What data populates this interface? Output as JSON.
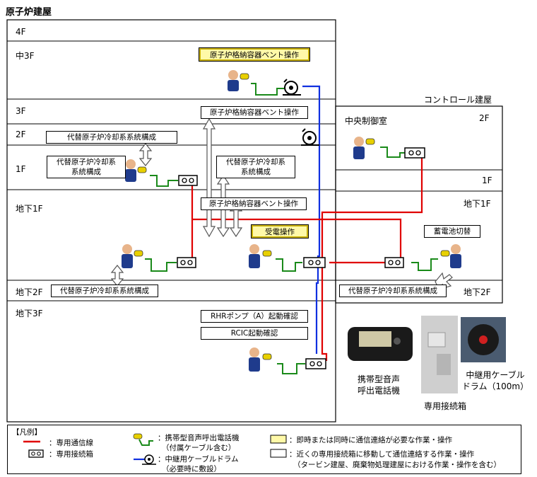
{
  "titles": {
    "reactor_building": "原子炉建屋",
    "control_building": "コントロール建屋"
  },
  "reactor_floors": [
    "4F",
    "中3F",
    "3F",
    "2F",
    "1F",
    "地下1F",
    "地下2F",
    "地下3F"
  ],
  "control_floors": {
    "f2": "2F",
    "room": "中央制御室",
    "f1": "1F",
    "b1": "地下1F",
    "b2": "地下2F"
  },
  "boxes": {
    "vent_m3f": "原子炉格納容器ベント操作",
    "vent_3f": "原子炉格納容器ベント操作",
    "alt_cool_2f": "代替原子炉冷却系系統構成",
    "alt_cool_1f_left": "代替原子炉冷却系\n系統構成",
    "alt_cool_1f_right": "代替原子炉冷却系\n系統構成",
    "vent_b1f": "原子炉格納容器ベント操作",
    "power": "受電操作",
    "battery": "蓄電池切替",
    "alt_cool_b2f_left": "代替原子炉冷却系系統構成",
    "alt_cool_b2f_right": "代替原子炉冷却系系統構成",
    "rhr": "RHRポンプ（A）起動確認",
    "rcic": "RCIC起動確認"
  },
  "captions": {
    "phone": "携帯型音声\n呼出電話機",
    "box": "専用接続箱",
    "drum": "中継用ケーブル\nドラム（100m）"
  },
  "legend": {
    "title": "【凡例】",
    "line": "：専用通信線",
    "jbox": "：専用接続箱",
    "phone": "：携帯型音声呼出電話機",
    "phone_note": "（付属ケーブル含む）",
    "drum": "：中継用ケーブルドラム",
    "drum_note": "（必要時に敷設）",
    "yellow": "：即時または同時に通信連絡が必要な作業・操作",
    "white": "：近くの専用接続箱に移動して通信連絡する作業・操作",
    "white_note": "（タービン建屋、廃棄物処理建屋における作業・操作を含む）"
  },
  "colors": {
    "dedicated_line": "#e00000",
    "phone_cable": "#1a8a1a",
    "relay_cable": "#1030e0",
    "highlight": "#fff9a8"
  }
}
